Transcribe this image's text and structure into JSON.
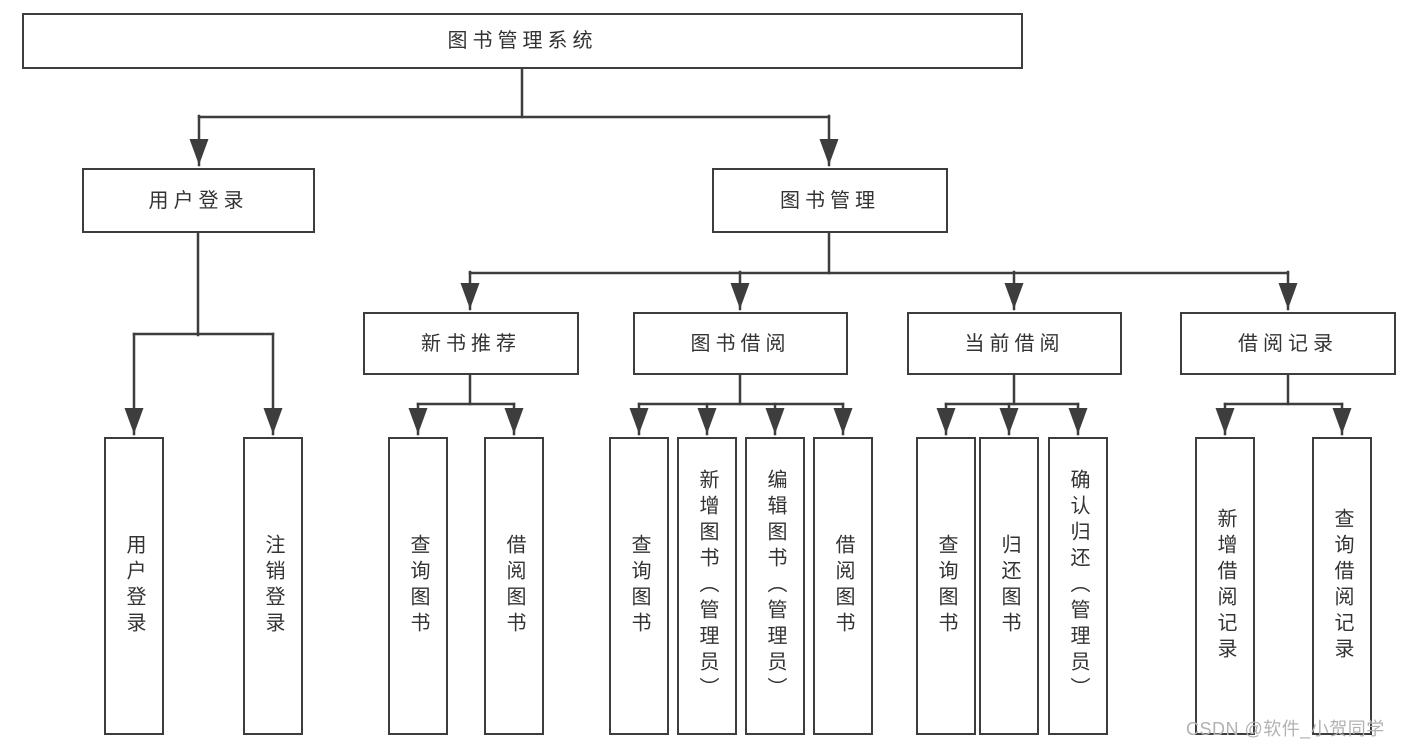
{
  "diagram": {
    "title_node": "图书管理系统",
    "branches": [
      {
        "label": "用户登录",
        "children": [
          "用户登录",
          "注销登录"
        ]
      },
      {
        "label": "图书管理",
        "sections": [
          {
            "label": "新书推荐",
            "children": [
              "查询图书",
              "借阅图书"
            ]
          },
          {
            "label": "图书借阅",
            "children": [
              "查询图书",
              "新增图书（管理员）",
              "编辑图书（管理员）",
              "借阅图书"
            ]
          },
          {
            "label": "当前借阅",
            "children": [
              "查询图书",
              "归还图书",
              "确认归还（管理员）"
            ]
          },
          {
            "label": "借阅记录",
            "children": [
              "新增借阅记录",
              "查询借阅记录"
            ]
          }
        ]
      }
    ],
    "watermark": "CSDN @软件_小贺同学"
  },
  "colors": {
    "line": "#3d3d3d",
    "text": "#333333",
    "watermark": "#b2b2b2",
    "background": "#ffffff"
  }
}
